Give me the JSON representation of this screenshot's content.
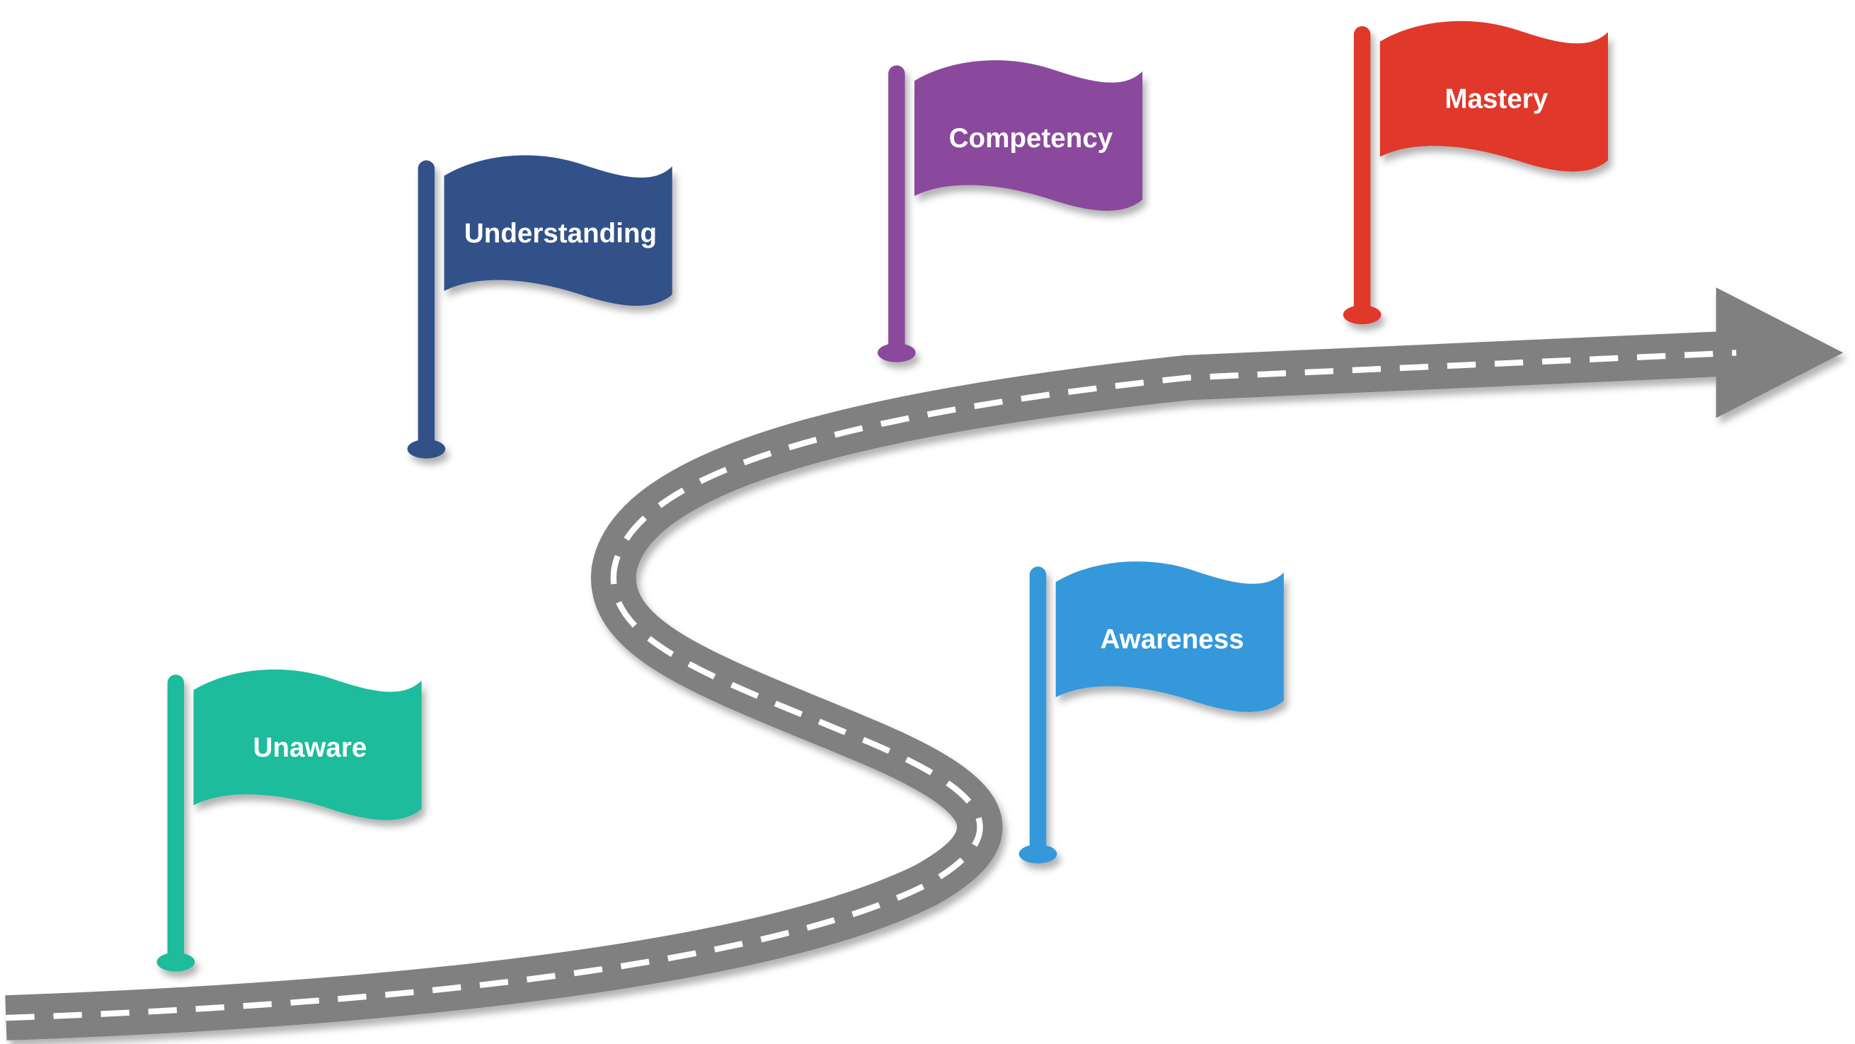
{
  "flags": [
    {
      "label": "Unaware",
      "color": "#1fbc9c"
    },
    {
      "label": "Understanding",
      "color": "#335189"
    },
    {
      "label": "Competency",
      "color": "#8a4a9c"
    },
    {
      "label": "Awareness",
      "color": "#3598db"
    },
    {
      "label": "Mastery",
      "color": "#e0392a"
    }
  ],
  "road": {
    "color": "#808080",
    "dash_color": "#ffffff"
  }
}
